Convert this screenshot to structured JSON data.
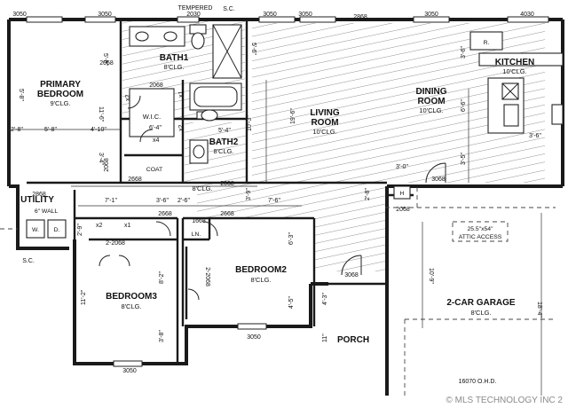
{
  "rooms": {
    "primary_bedroom": {
      "name_line1": "PRIMARY",
      "name_line2": "BEDROOM",
      "ceiling": "9'CLG."
    },
    "bath1": {
      "name": "BATH1",
      "ceiling": "8'CLG."
    },
    "bath2": {
      "name": "BATH2",
      "ceiling": "8'CLG."
    },
    "wic": {
      "name": "W.I.C."
    },
    "coat": {
      "name": "COAT"
    },
    "living_room": {
      "name_line1": "LIVING",
      "name_line2": "ROOM",
      "ceiling": "10'CLG."
    },
    "dining_room": {
      "name_line1": "DINING",
      "name_line2": "ROOM",
      "ceiling": "10'CLG."
    },
    "kitchen": {
      "name": "KITCHEN",
      "ceiling": "10'CLG."
    },
    "utility": {
      "name": "UTILITY",
      "wall_note": "6\" WALL",
      "washer": "W.",
      "dryer": "D."
    },
    "bedroom3": {
      "name": "BEDROOM3",
      "ceiling": "8'CLG."
    },
    "bedroom2": {
      "name": "BEDROOM2",
      "ceiling": "8'CLG."
    },
    "linen": {
      "name": "LN."
    },
    "porch": {
      "name": "PORCH"
    },
    "garage": {
      "name": "2-CAR GARAGE",
      "ceiling": "8'CLG."
    },
    "attic_access": {
      "line1": "25.5\"x54\"",
      "line2": "ATTIC ACCESS"
    },
    "hall": {
      "ceiling": "8'CLG."
    },
    "refrigerator": {
      "label": "R."
    },
    "water_heater": {
      "label": "H"
    }
  },
  "window_labels": {
    "top": [
      "3050",
      "3050",
      "2030",
      "3050",
      "3050",
      "2868",
      "3050",
      "4030"
    ],
    "tempered": "TEMPERED",
    "sc_top": "S.C.",
    "sc_bottom": "S.C.",
    "living_side": "3068",
    "garage_door_label": "2068",
    "porch_door": "3068",
    "bedroom2_window": "3050",
    "bedroom3_window": "3050",
    "overhead_door": "16070 O.H.D.",
    "utility_door": "2868",
    "bath1_door": "2068",
    "wic_door": "2068",
    "coat_door": "2668",
    "hall_door1": "2068",
    "hall_door2": "2668",
    "hall_door3": "2668",
    "bedroom2_door": "1668",
    "bedroom3_closet": "2-2068",
    "bedroom2_closet": "2-2068",
    "side_2068": "2068"
  },
  "dimensions": {
    "d1": "5'-8\"",
    "d2": "2'-8\"",
    "d3": "5'-8\"",
    "d4": "4'-10\"",
    "d5": "5'-6\"",
    "d6": "11'-6\"",
    "d7": "3'-4\"",
    "d8": "6'-4\"",
    "d9": "5'-4\"",
    "d10": "10'-3\"",
    "d11": "19'-6\"",
    "d12": "5'-6\"",
    "d13": "3'-6\"",
    "d14": "6'-6\"",
    "d15": "3'-5\"",
    "d16": "3'-6\"",
    "d17": "3'-0\"",
    "d18": "7'-1\"",
    "d19": "3'-6\"",
    "d20": "2'-6\"",
    "d21": "3'-9\"",
    "d22": "7'-6\"",
    "d23": "2'-8\"",
    "d24": "6'-3\"",
    "d25": "8'-2\"",
    "d26": "11'-2\"",
    "d27": "4'-5\"",
    "d28": "4'-3\"",
    "d29": "3'-8\"",
    "d30": "11\"",
    "d31": "10'-9\"",
    "d32": "18'-4\"",
    "d33": "2'-9\"",
    "d34": "x2",
    "d35": "x1",
    "d36": "x2",
    "d37": "x4",
    "d38": "x1",
    "d39": "x2"
  },
  "watermark": "© MLS TECHNOLOGY INC 2"
}
